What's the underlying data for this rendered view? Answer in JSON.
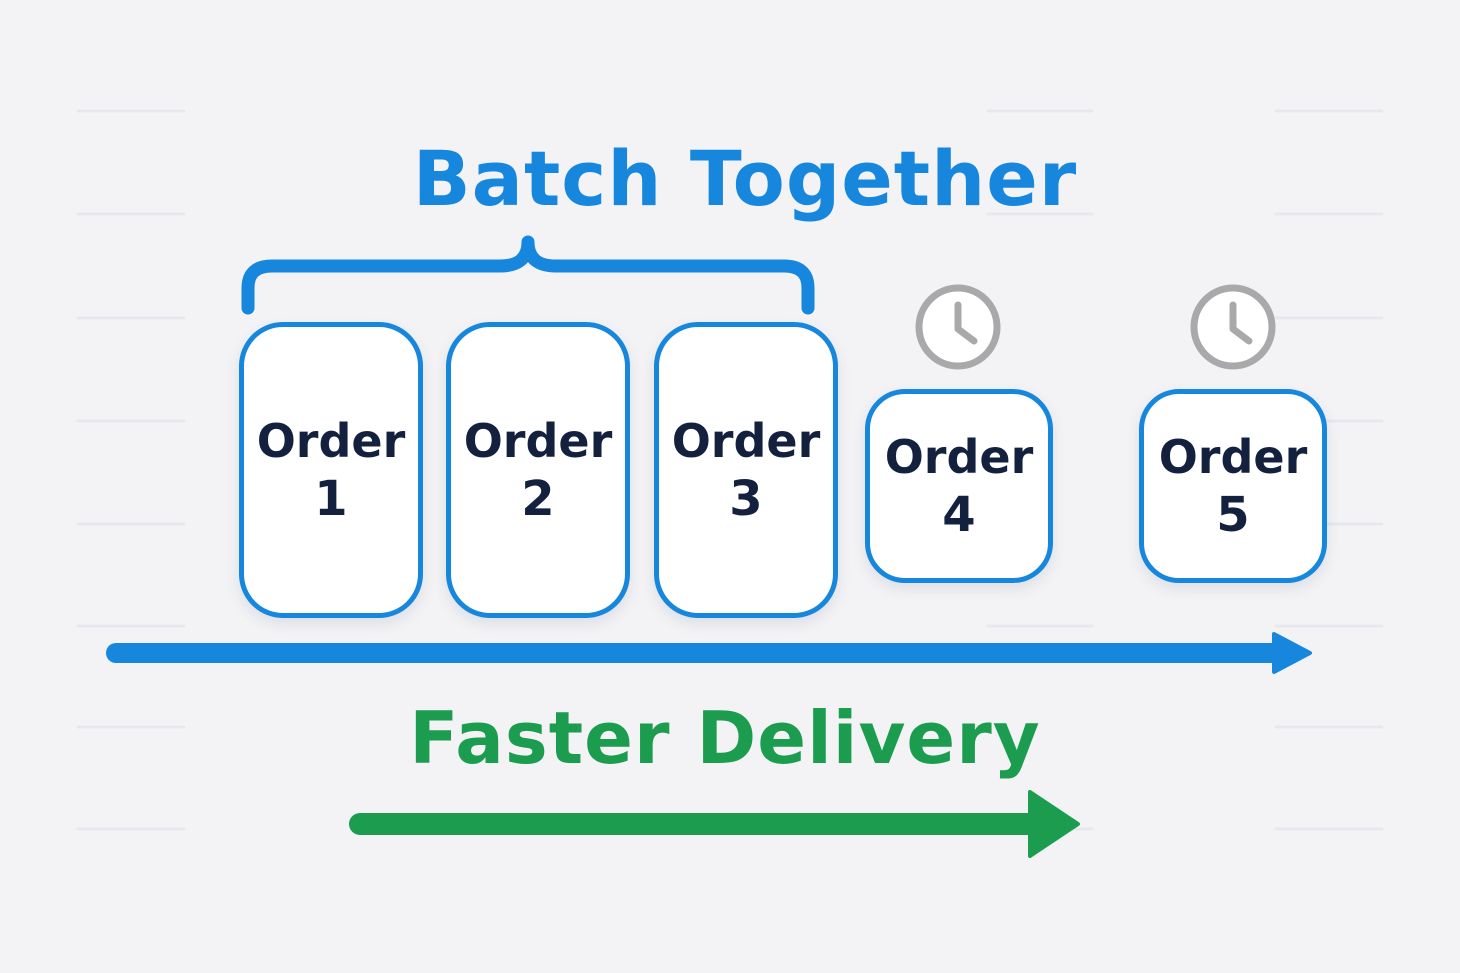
{
  "title": "Batch Together",
  "subtitle": "Faster Delivery",
  "orders": [
    {
      "word": "Order",
      "number": "1",
      "batched": true
    },
    {
      "word": "Order",
      "number": "2",
      "batched": true
    },
    {
      "word": "Order",
      "number": "3",
      "batched": true
    },
    {
      "word": "Order",
      "number": "4",
      "batched": false,
      "icon": "clock-icon"
    },
    {
      "word": "Order",
      "number": "5",
      "batched": false,
      "icon": "clock-icon"
    }
  ],
  "colors": {
    "accent_blue": "#1787de",
    "accent_green": "#1b9c4f",
    "text_dark": "#13213f",
    "clock_gray": "#a9a9ab",
    "background": "#f3f3f5"
  }
}
